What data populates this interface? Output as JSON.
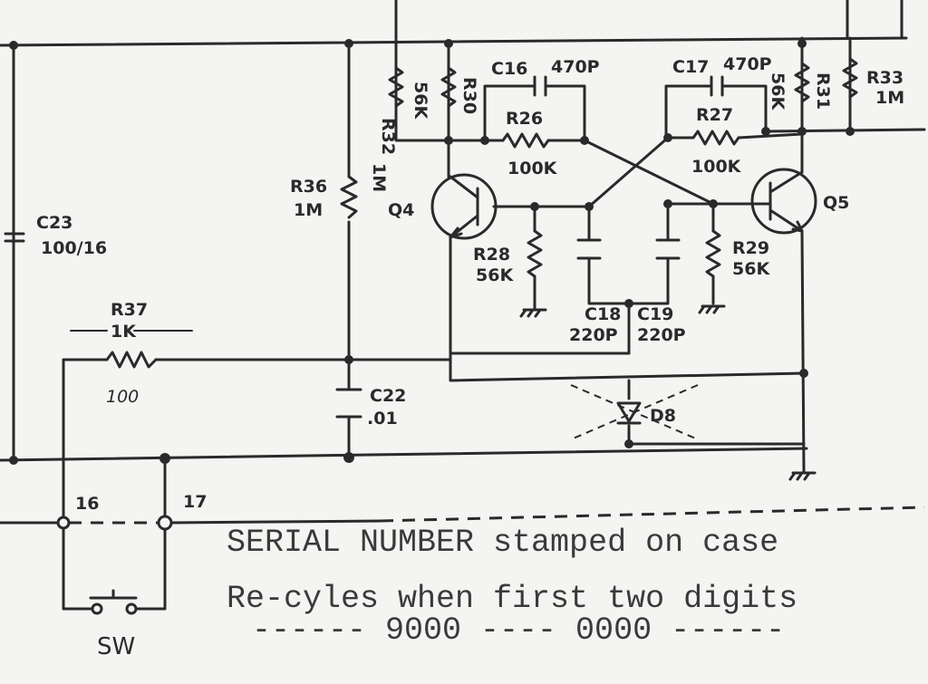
{
  "components": {
    "c23": {
      "ref": "C23",
      "value": "100/16"
    },
    "r36": {
      "ref": "R36",
      "value": "1M"
    },
    "r37": {
      "ref": "R37",
      "value": "1K",
      "handwritten_value": "100"
    },
    "c22": {
      "ref": "C22",
      "value": ".01"
    },
    "r32": {
      "ref": "R32",
      "value": "1M"
    },
    "r30": {
      "ref": "R30",
      "value": "56K"
    },
    "c16": {
      "ref": "C16",
      "value": "470P"
    },
    "r26": {
      "ref": "R26",
      "value": "100K"
    },
    "c17": {
      "ref": "C17",
      "value": "470P"
    },
    "r27": {
      "ref": "R27",
      "value": "100K"
    },
    "r31": {
      "ref": "R31",
      "value": "56K"
    },
    "r33": {
      "ref": "R33",
      "value": "1M"
    },
    "q4": {
      "ref": "Q4"
    },
    "q5": {
      "ref": "Q5"
    },
    "r28": {
      "ref": "R28",
      "value": "56K"
    },
    "r29": {
      "ref": "R29",
      "value": "56K"
    },
    "c18": {
      "ref": "C18",
      "value": "220P"
    },
    "c19": {
      "ref": "C19",
      "value": "220P"
    },
    "d8": {
      "ref": "D8"
    },
    "sw": {
      "ref": "SW"
    }
  },
  "terminals": {
    "t16": "16",
    "t17": "17"
  },
  "notes": {
    "line1": "SERIAL NUMBER   stamped on case",
    "line2": "Re-cyles when first two digits",
    "line3": "------ 9000 ---- 0000 ------"
  }
}
